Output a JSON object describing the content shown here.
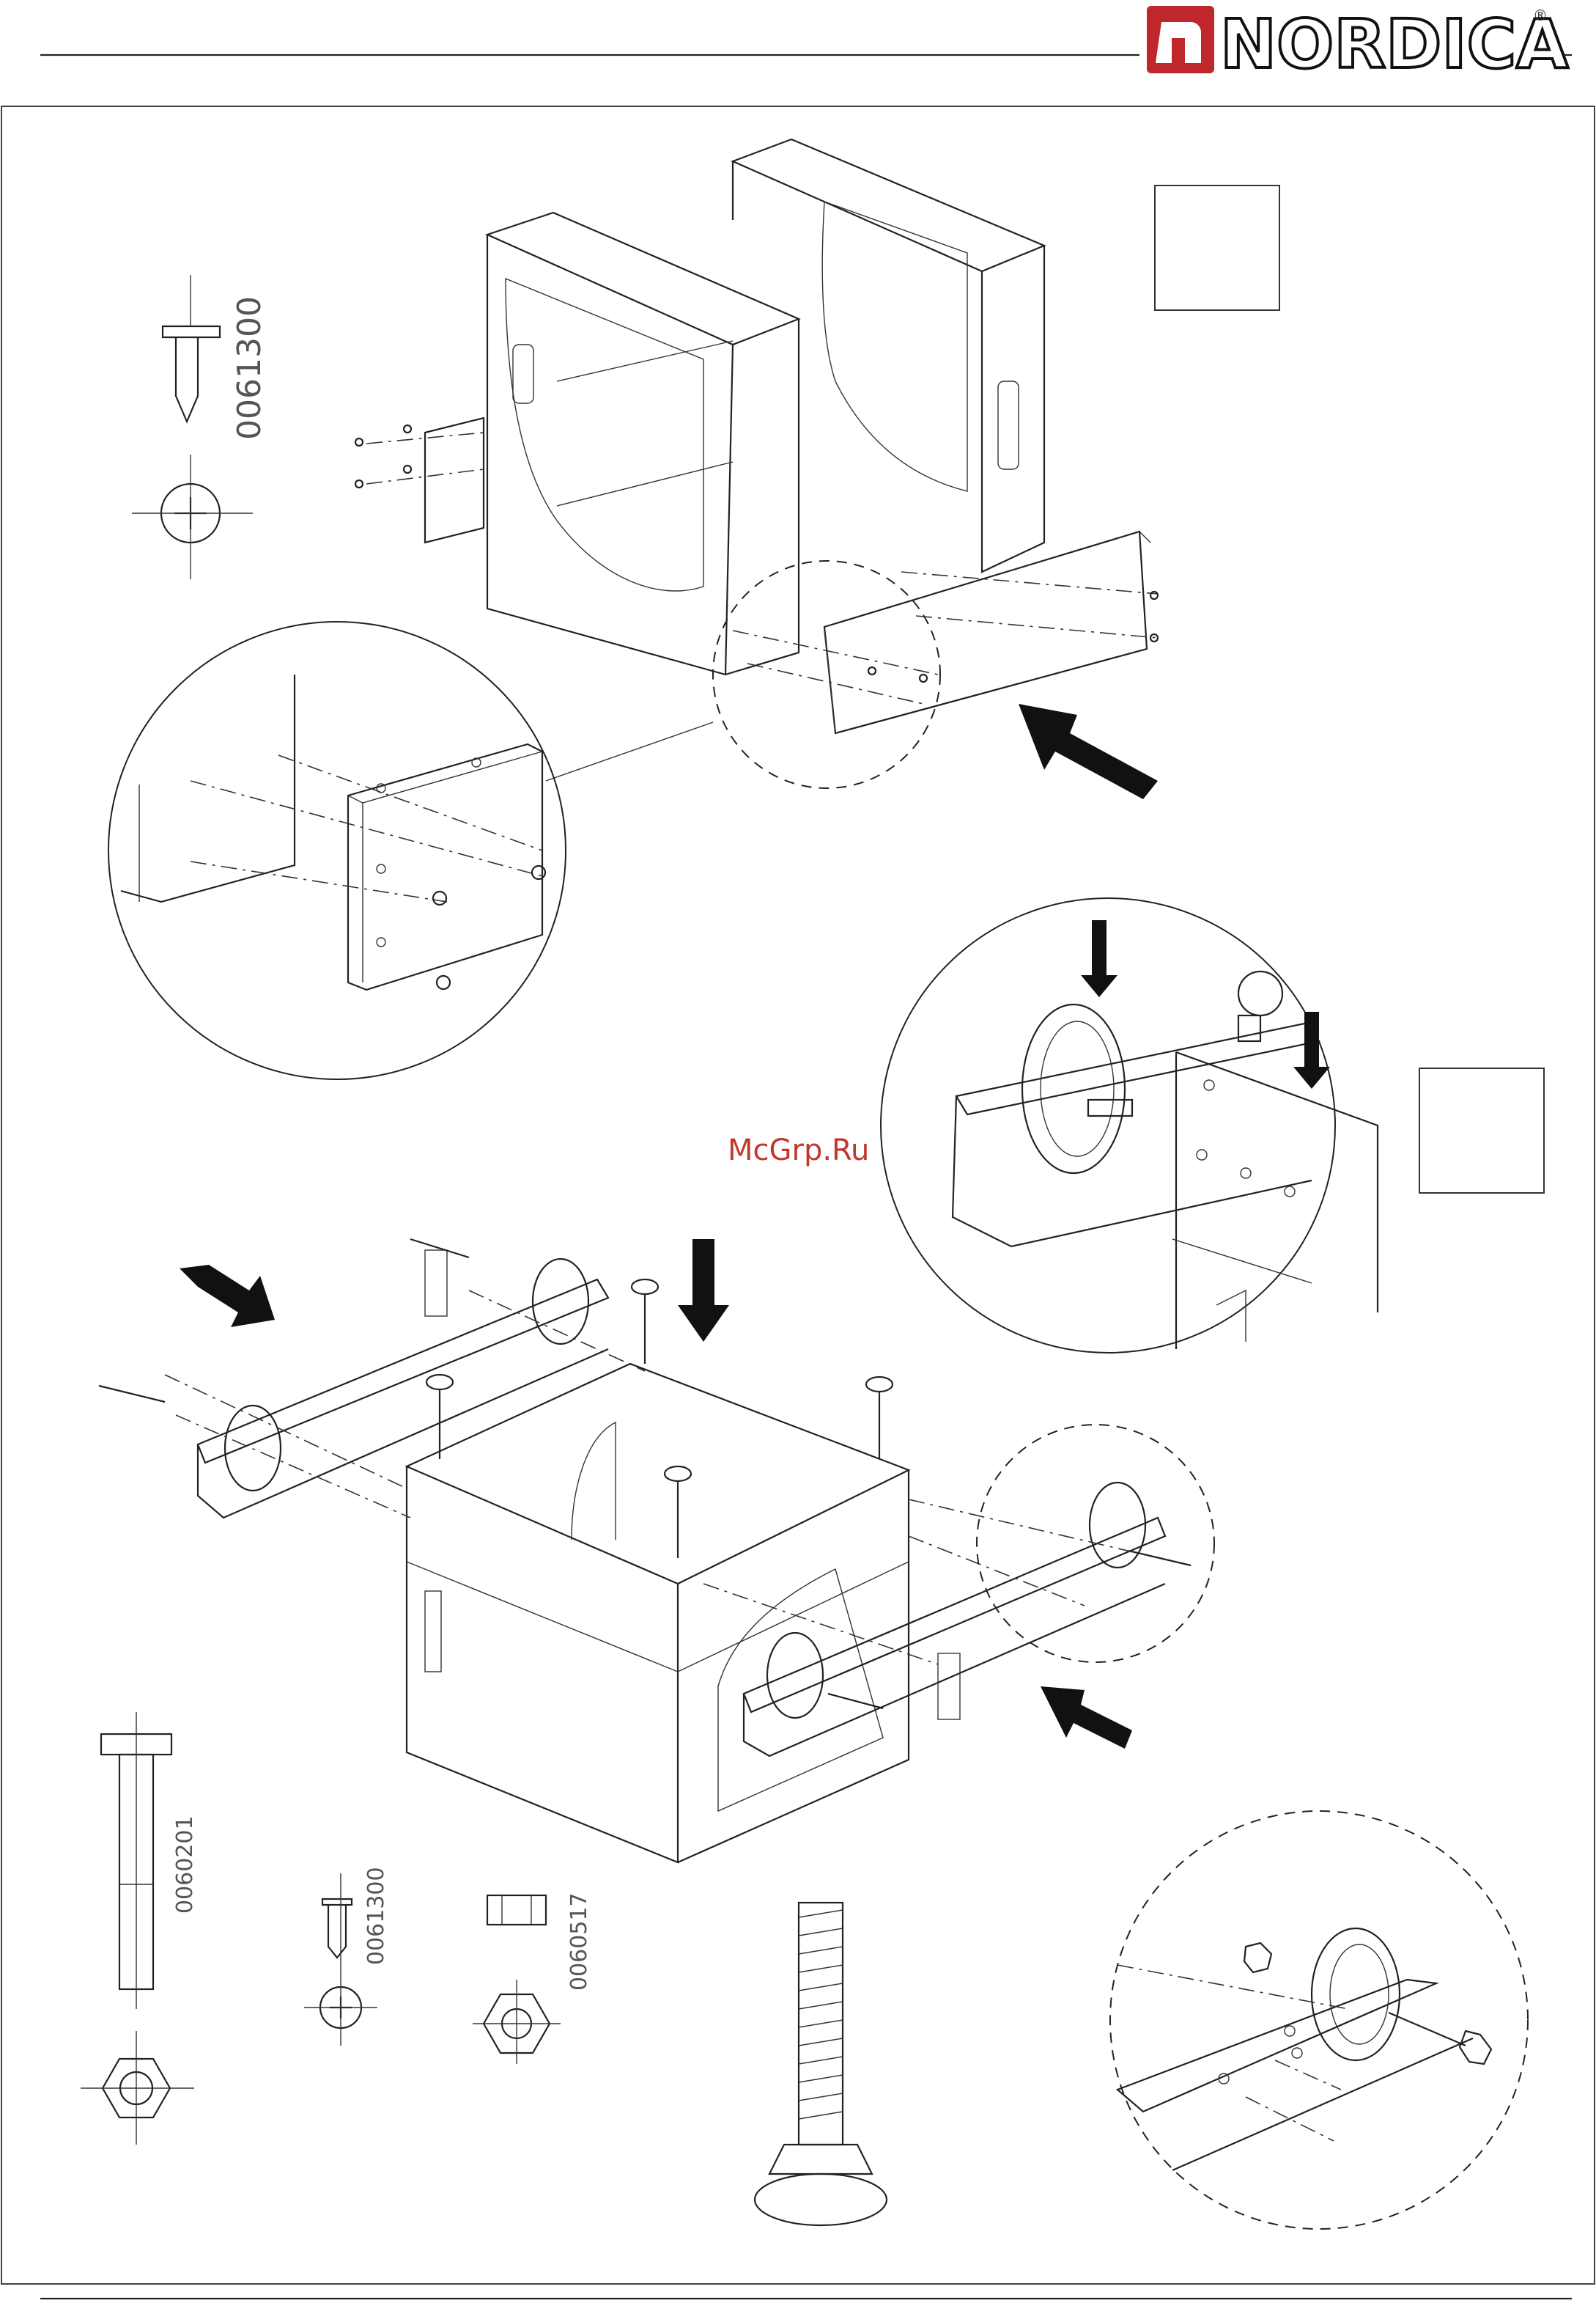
{
  "header": {
    "brand": "NORDICA",
    "registered": "®"
  },
  "watermark": "McGrp.Ru",
  "part_codes": {
    "screw_top": "0061300",
    "bolt": "0060201",
    "screw_bottom": "0061300",
    "nut": "0060517"
  },
  "colors": {
    "brand_red": "#c0272d",
    "line": "#222222",
    "watermark": "#c0392b"
  }
}
